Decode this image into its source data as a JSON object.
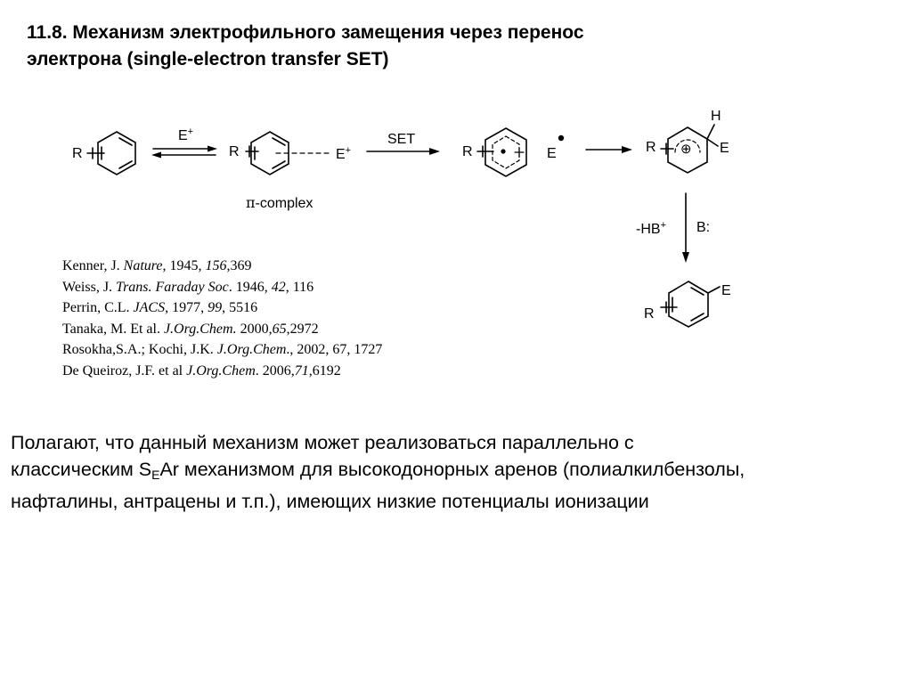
{
  "title": {
    "line1": "11.8. Механизм электрофильного замещения через перенос",
    "line2": "электрона (single-electron transfer SET)"
  },
  "scheme": {
    "r": "R",
    "e_plus": "E",
    "plus": "+",
    "e": "E",
    "h": "H",
    "set": "SET",
    "pi_symbol": "π",
    "pi_complex": "-complex",
    "minus_hb": "-HB",
    "base": "B:",
    "cation_plus": "⊕"
  },
  "references": [
    {
      "pre": "Kenner, J. ",
      "journal": "Nature",
      "mid": ", 1945, ",
      "vol": "156",
      "post": ",369"
    },
    {
      "pre": "Weiss, J. ",
      "journal": "Trans. Faraday Soc",
      "mid": ". 1946, ",
      "vol": "42",
      "post": ", 116"
    },
    {
      "pre": "Perrin, C.L. ",
      "journal": "JACS",
      "mid": ", 1977, ",
      "vol": "99",
      "post": ", 5516"
    },
    {
      "pre": "Tanaka, M. Et al. ",
      "journal": "J.Org.Chem.",
      "mid": " 2000,",
      "vol": "65",
      "post": ",2972"
    },
    {
      "pre": "Rosokha,S.A.; Kochi, J.K. ",
      "journal": "J.Org.Chem",
      "mid": "., 2002, 67, 1727",
      "vol": "",
      "post": ""
    },
    {
      "pre": "De Queiroz, J.F. et al ",
      "journal": "J.Org.Chem",
      "mid": ". 2006,",
      "vol": "71",
      "post": ",6192"
    }
  ],
  "paragraph": {
    "line1": "Полагают, что данный механизм может реализоваться параллельно с",
    "line2_pre": "классическим S",
    "line2_sub": "E",
    "line2_post": "Ar механизмом для высокодонорных аренов (полиалкилбензолы,",
    "line3": "нафталины, антрацены и т.п.), имеющих низкие потенциалы ионизации"
  }
}
